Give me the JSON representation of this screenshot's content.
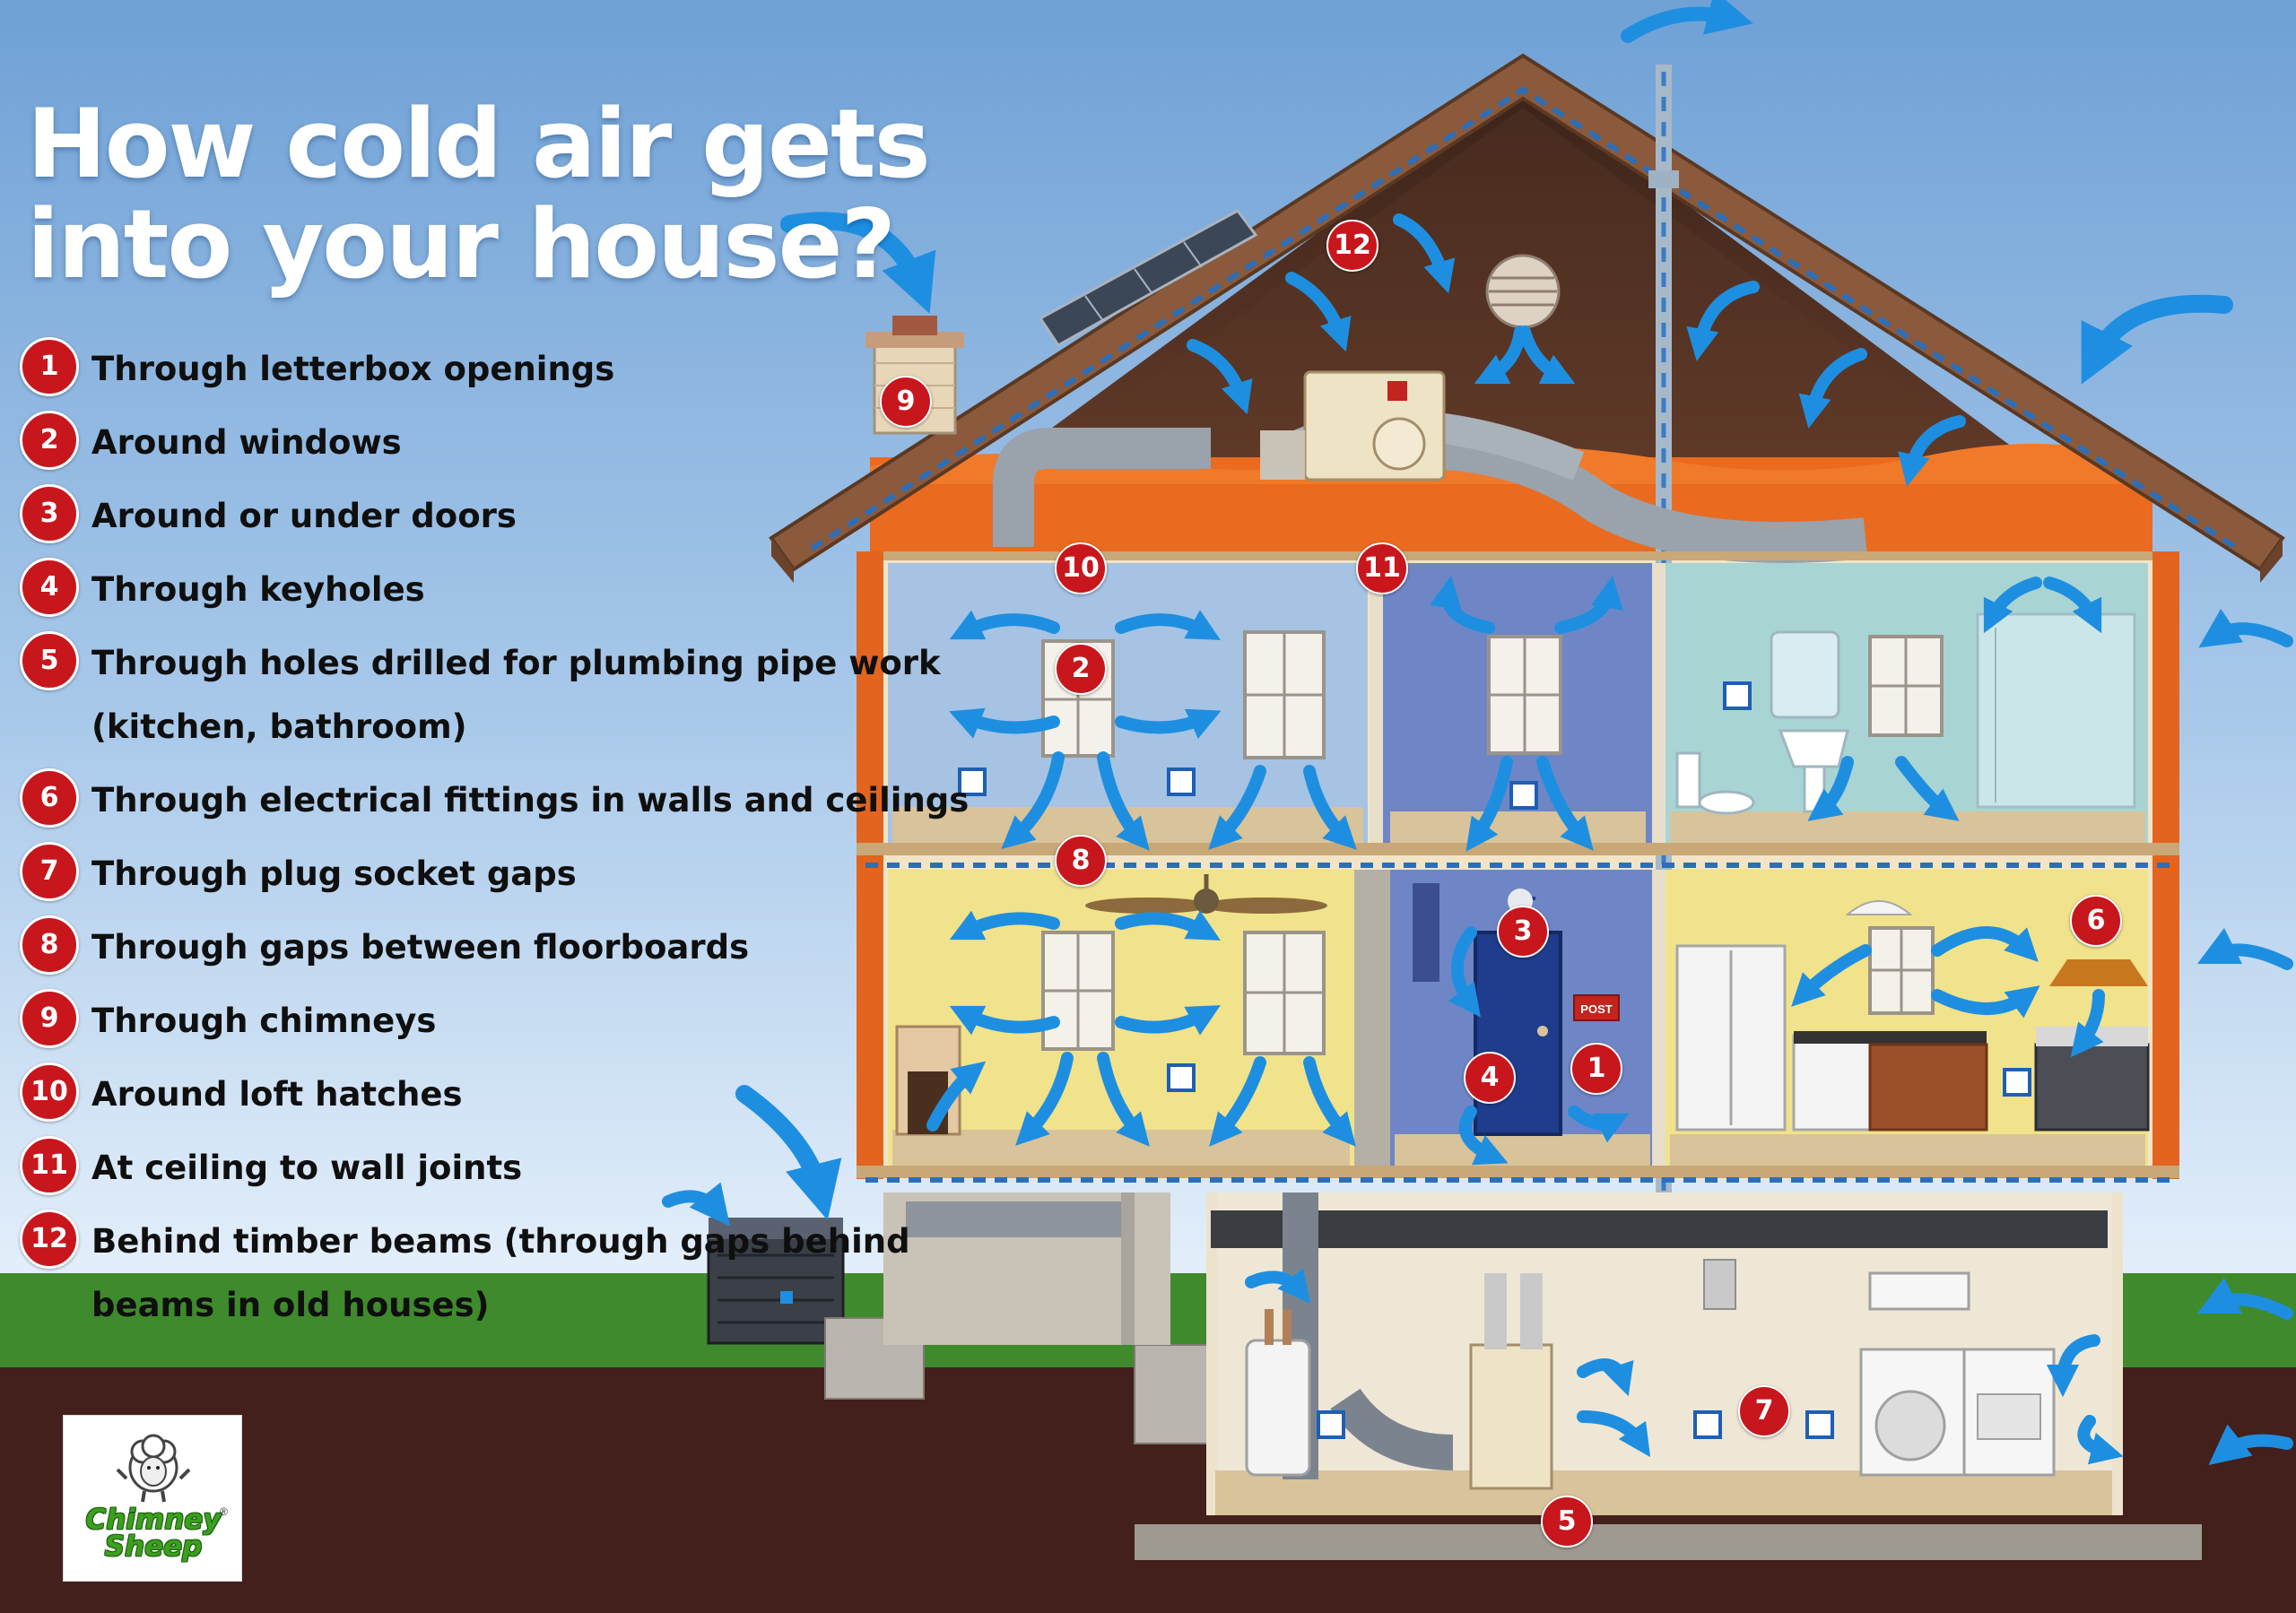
{
  "title": {
    "line1": "How cold air gets",
    "line2": "into your house?"
  },
  "legend": [
    {
      "number": "1",
      "text": "Through letterbox openings"
    },
    {
      "number": "2",
      "text": "Around windows"
    },
    {
      "number": "3",
      "text": "Around or under doors"
    },
    {
      "number": "4",
      "text": "Through keyholes"
    },
    {
      "number": "5",
      "text": "Through holes drilled for plumbing pipe work",
      "text2": "(kitchen, bathroom)"
    },
    {
      "number": "6",
      "text": "Through electrical fittings in walls and ceilings"
    },
    {
      "number": "7",
      "text": "Through plug socket gaps"
    },
    {
      "number": "8",
      "text": "Through gaps between floorboards"
    },
    {
      "number": "9",
      "text": "Through chimneys"
    },
    {
      "number": "10",
      "text": "Around loft hatches"
    },
    {
      "number": "11",
      "text": "At ceiling to wall joints"
    },
    {
      "number": "12",
      "text": "Behind timber beams (through gaps behind",
      "text2": "beams in old houses)"
    }
  ],
  "house_badges": [
    "12",
    "9",
    "10",
    "11",
    "2",
    "8",
    "3",
    "6",
    "4",
    "1",
    "7",
    "5"
  ],
  "mail_slot_label": "POST",
  "logo": {
    "line1": "Chimney",
    "line2": "Sheep",
    "mark": "®"
  },
  "colors": {
    "badge_red": "#c8161d",
    "air_arrow_blue": "#1e8fe0",
    "sky": "#7eaedc",
    "insulation_orange": "#ea6a1f",
    "grass": "#3f8a2c",
    "soil": "#4a2420"
  }
}
